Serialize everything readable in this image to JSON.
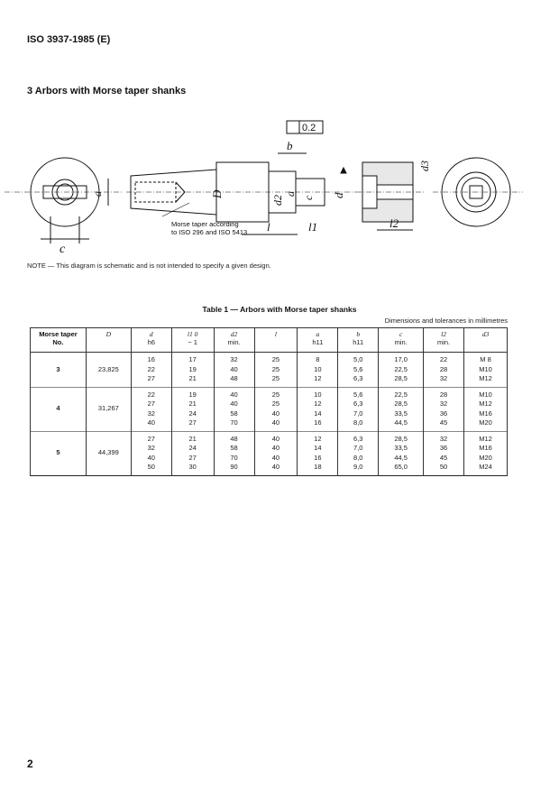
{
  "header": {
    "standard": "ISO 3937-1985 (E)"
  },
  "section": {
    "title": "3   Arbors with Morse taper shanks"
  },
  "figure": {
    "labels": {
      "a": "a",
      "c": "c",
      "D": "D",
      "d": "d",
      "d2": "d2",
      "d3": "d3",
      "b": "b",
      "l": "l",
      "l1": "l1",
      "l2": "l2",
      "tolerance": "0.2",
      "taper_note_1": "Morse taper according",
      "taper_note_2": "to ISO 296 and ISO 5413"
    }
  },
  "note": "NOTE — This diagram is schematic and is not intended to specify a given design.",
  "table": {
    "title": "Table 1 — Arbors with Morse taper shanks",
    "units": "Dimensions and tolerances in millimetres",
    "headers": [
      {
        "sym": "Morse taper",
        "sub": "No."
      },
      {
        "sym": "D",
        "sub": ""
      },
      {
        "sym": "d",
        "sub": "h6"
      },
      {
        "sym": "l1 0",
        "sub": "− 1"
      },
      {
        "sym": "d2",
        "sub": "min."
      },
      {
        "sym": "l",
        "sub": ""
      },
      {
        "sym": "a",
        "sub": "h11"
      },
      {
        "sym": "b",
        "sub": "h11"
      },
      {
        "sym": "c",
        "sub": "min."
      },
      {
        "sym": "l2",
        "sub": "min."
      },
      {
        "sym": "d3",
        "sub": ""
      }
    ],
    "groups": [
      {
        "no": "3",
        "D": "23,825",
        "rows": [
          [
            "16",
            "17",
            "32",
            "25",
            "8",
            "5,0",
            "17,0",
            "22",
            "M 8"
          ],
          [
            "22",
            "19",
            "40",
            "25",
            "10",
            "5,6",
            "22,5",
            "28",
            "M10"
          ],
          [
            "27",
            "21",
            "48",
            "25",
            "12",
            "6,3",
            "28,5",
            "32",
            "M12"
          ]
        ]
      },
      {
        "no": "4",
        "D": "31,267",
        "rows": [
          [
            "22",
            "19",
            "40",
            "25",
            "10",
            "5,6",
            "22,5",
            "28",
            "M10"
          ],
          [
            "27",
            "21",
            "40",
            "25",
            "12",
            "6,3",
            "28,5",
            "32",
            "M12"
          ],
          [
            "32",
            "24",
            "58",
            "40",
            "14",
            "7,0",
            "33,5",
            "36",
            "M16"
          ],
          [
            "40",
            "27",
            "70",
            "40",
            "16",
            "8,0",
            "44,5",
            "45",
            "M20"
          ]
        ]
      },
      {
        "no": "5",
        "D": "44,399",
        "rows": [
          [
            "27",
            "21",
            "48",
            "40",
            "12",
            "6,3",
            "28,5",
            "32",
            "M12"
          ],
          [
            "32",
            "24",
            "58",
            "40",
            "14",
            "7,0",
            "33,5",
            "36",
            "M16"
          ],
          [
            "40",
            "27",
            "70",
            "40",
            "16",
            "8,0",
            "44,5",
            "45",
            "M20"
          ],
          [
            "50",
            "30",
            "90",
            "40",
            "18",
            "9,0",
            "65,0",
            "50",
            "M24"
          ]
        ]
      }
    ]
  },
  "page_number": "2"
}
